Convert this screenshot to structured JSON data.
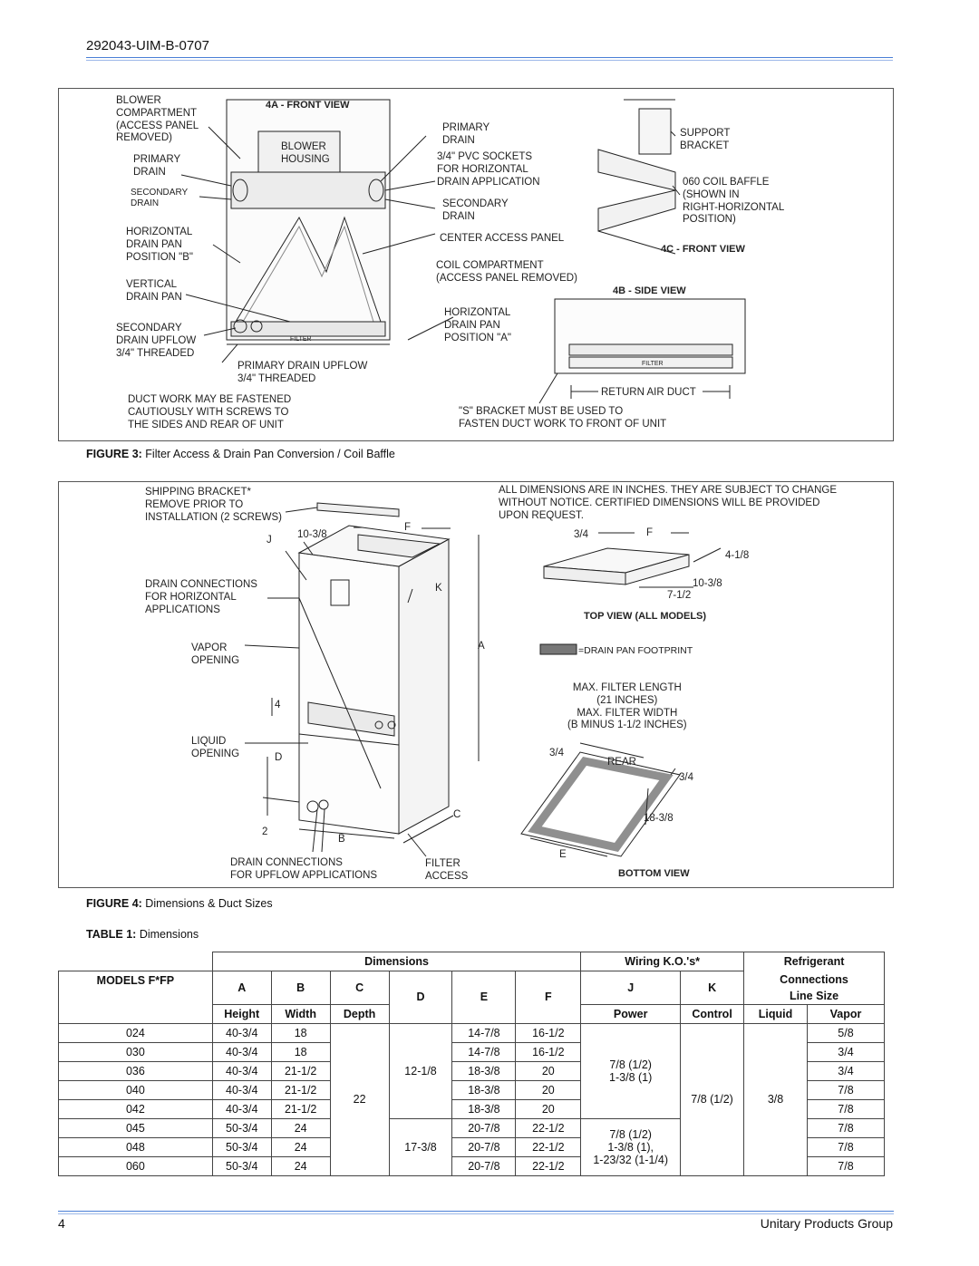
{
  "header": {
    "doc_id": "292043-UIM-B-0707"
  },
  "figure3": {
    "caption_label": "FIGURE 3:",
    "caption_text": "Filter Access & Drain Pan Conversion / Coil Baffle",
    "labels": {
      "front_view_title": "4A - FRONT VIEW",
      "blower_compartment": "BLOWER\nCOMPARTMENT\n(ACCESS PANEL\nREMOVED)",
      "blower_housing": "BLOWER\nHOUSING",
      "primary_drain_left": "PRIMARY\nDRAIN",
      "secondary_drain_left": "SECONDARY\nDRAIN",
      "horizontal_drain_pan_b": "HORIZONTAL\nDRAIN PAN\nPOSITION \"B\"",
      "vertical_drain_pan": "VERTICAL\nDRAIN PAN",
      "secondary_drain_upflow": "SECONDARY\nDRAIN UPFLOW\n3/4\" THREADED",
      "primary_drain_upflow": "PRIMARY DRAIN UPFLOW\n3/4\" THREADED",
      "duct_work_fastened": "DUCT WORK MAY BE FASTENED\nCAUTIOUSLY WITH SCREWS TO\nTHE SIDES AND REAR OF UNIT",
      "primary_drain_right": "PRIMARY\nDRAIN",
      "pvc_sockets": "3/4\" PVC SOCKETS\nFOR HORIZONTAL\nDRAIN APPLICATION",
      "secondary_drain_right": "SECONDARY\nDRAIN",
      "center_access_panel": "CENTER ACCESS PANEL",
      "coil_compartment": "COIL COMPARTMENT\n(ACCESS PANEL REMOVED)",
      "horizontal_drain_pan_a": "HORIZONTAL\nDRAIN PAN\nPOSITION \"A\"",
      "s_bracket": "\"S\" BRACKET MUST BE USED TO\nFASTEN DUCT WORK TO FRONT OF UNIT",
      "support_bracket": "SUPPORT\nBRACKET",
      "coil_baffle": "060 COIL BAFFLE\n(SHOWN IN\nRIGHT-HORIZONTAL\nPOSITION)",
      "front_view_c_title": "4C - FRONT VIEW",
      "side_view_title": "4B - SIDE VIEW",
      "return_air_duct": "RETURN AIR DUCT",
      "filter_a": "FILTER",
      "filter_b": "FILTER"
    }
  },
  "figure4": {
    "caption_label": "FIGURE 4:",
    "caption_text": "Dimensions & Duct Sizes",
    "labels": {
      "shipping_bracket": "SHIPPING BRACKET*\nREMOVE PRIOR TO\nINSTALLATION (2 SCREWS)",
      "drain_conn_horizontal": "DRAIN CONNECTIONS\nFOR HORIZONTAL\nAPPLICATIONS",
      "vapor_opening": "VAPOR\nOPENING",
      "liquid_opening": "LIQUID\nOPENING",
      "drain_conn_upflow": "DRAIN CONNECTIONS\nFOR UPFLOW APPLICATIONS",
      "filter_access": "FILTER\nACCESS",
      "dim_j": "J",
      "dim_10_38": "10-3/8",
      "dim_f": "F",
      "dim_k": "K",
      "dim_a": "A",
      "dim_4": "4",
      "dim_d": "D",
      "dim_2": "2",
      "dim_b": "B",
      "dim_c": "C",
      "all_dims_note": "ALL DIMENSIONS ARE IN INCHES. THEY ARE SUBJECT TO CHANGE\nWITHOUT NOTICE. CERTIFIED DIMENSIONS WILL BE PROVIDED\nUPON REQUEST.",
      "tv_34": "3/4",
      "tv_f": "F",
      "tv_4_18": "4-1/8",
      "tv_10_38": "10-3/8",
      "tv_7_12": "7-1/2",
      "top_view_title": "TOP VIEW (ALL MODELS)",
      "drain_pan_footprint": "=DRAIN PAN FOOTPRINT",
      "max_filter": "MAX. FILTER LENGTH\n(21 INCHES)\nMAX. FILTER WIDTH\n(B MINUS 1-1/2 INCHES)",
      "bv_34_left": "3/4",
      "bv_rear": "REAR",
      "bv_34_right": "3/4",
      "bv_18_38": "18-3/8",
      "bv_e": "E",
      "bottom_view_title": "BOTTOM VIEW"
    }
  },
  "table1": {
    "caption_label": "TABLE 1:",
    "caption_text": "Dimensions",
    "head": {
      "dimensions": "Dimensions",
      "wiring": "Wiring K.O.'s*",
      "refrigerant": "Refrigerant",
      "models": "MODELS F*FP",
      "a": "A",
      "b": "B",
      "c": "C",
      "d": "D",
      "e": "E",
      "f": "F",
      "j": "J",
      "k": "K",
      "connections": "Connections",
      "line_size": "Line Size",
      "height": "Height",
      "width": "Width",
      "depth": "Depth",
      "power": "Power",
      "control": "Control",
      "liquid": "Liquid",
      "vapor": "Vapor"
    },
    "rows": [
      {
        "model": "024",
        "a": "40-3/4",
        "b": "18",
        "e": "14-7/8",
        "f": "16-1/2",
        "vapor": "5/8"
      },
      {
        "model": "030",
        "a": "40-3/4",
        "b": "18",
        "e": "14-7/8",
        "f": "16-1/2",
        "vapor": "3/4"
      },
      {
        "model": "036",
        "a": "40-3/4",
        "b": "21-1/2",
        "e": "18-3/8",
        "f": "20",
        "vapor": "3/4"
      },
      {
        "model": "040",
        "a": "40-3/4",
        "b": "21-1/2",
        "e": "18-3/8",
        "f": "20",
        "vapor": "7/8"
      },
      {
        "model": "042",
        "a": "40-3/4",
        "b": "21-1/2",
        "e": "18-3/8",
        "f": "20",
        "vapor": "7/8"
      },
      {
        "model": "045",
        "a": "50-3/4",
        "b": "24",
        "e": "20-7/8",
        "f": "22-1/2",
        "vapor": "7/8"
      },
      {
        "model": "048",
        "a": "50-3/4",
        "b": "24",
        "e": "20-7/8",
        "f": "22-1/2",
        "vapor": "7/8"
      },
      {
        "model": "060",
        "a": "50-3/4",
        "b": "24",
        "e": "20-7/8",
        "f": "22-1/2",
        "vapor": "7/8"
      }
    ],
    "merged": {
      "c_group1": "22",
      "d_group1": "12-1/8",
      "d_group2": "17-3/8",
      "j_group1_l1": "7/8 (1/2)",
      "j_group1_l2": "1-3/8 (1)",
      "j_group2_l1": "7/8 (1/2)",
      "j_group2_l2": "1-3/8 (1),",
      "j_group2_l3": "1-23/32 (1-1/4)",
      "k_all": "7/8 (1/2)",
      "liquid_all": "3/8"
    }
  },
  "footer": {
    "page_number": "4",
    "company": "Unitary Products Group"
  }
}
